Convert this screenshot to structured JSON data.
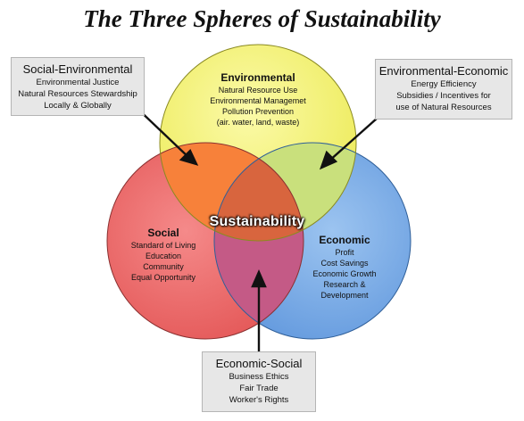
{
  "title": "The Three Spheres of Sustainability",
  "center": "Sustainability",
  "spheres": {
    "environmental": {
      "title": "Environmental",
      "items": [
        "Natural Resource Use",
        "Environmental Managemet",
        "Pollution Prevention",
        "(air. water, land, waste)"
      ],
      "color": "#f4f27a"
    },
    "social": {
      "title": "Social",
      "items": [
        "Standard of Living",
        "Education",
        "Community",
        "Equal Opportunity"
      ],
      "color": "#ee6a6a"
    },
    "economic": {
      "title": "Economic",
      "items": [
        "Profit",
        "Cost Savings",
        "Economic Growth",
        "Research &",
        "Development"
      ],
      "color": "#7aaeea"
    }
  },
  "callouts": {
    "social_environmental": {
      "title": "Social-Environmental",
      "items": [
        "Environmental Justice",
        "Natural Resources Stewardship",
        "Locally & Globally"
      ]
    },
    "environmental_economic": {
      "title": "Environmental-Economic",
      "items": [
        "Energy Efficiency",
        "Subsidies / Incentives for",
        "use of Natural Resources"
      ]
    },
    "economic_social": {
      "title": "Economic-Social",
      "items": [
        "Business Ethics",
        "Fair Trade",
        "Worker's Rights"
      ]
    }
  },
  "overlap_colors": {
    "social_environmental": "#f7813a",
    "environmental_economic": "#c9e07c",
    "economic_social": "#c45a86",
    "center": "#d8653e"
  }
}
